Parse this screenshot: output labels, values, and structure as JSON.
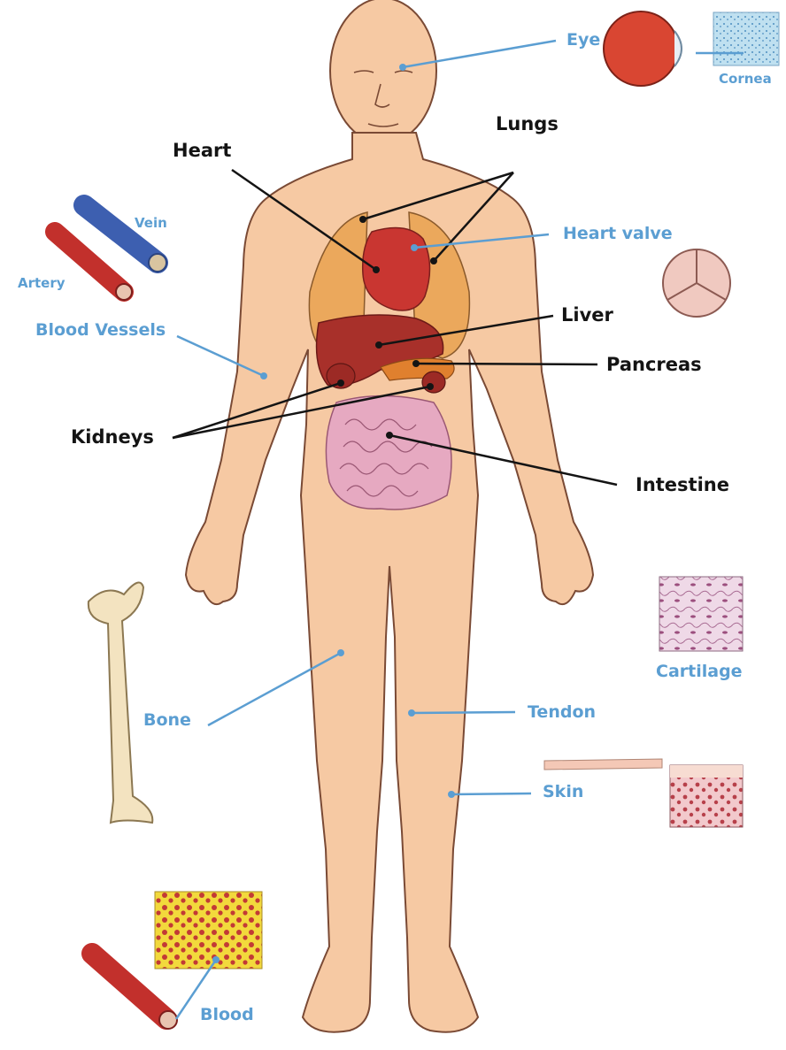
{
  "colors": {
    "skin": "#f6c9a3",
    "skin_outline": "#7a4a35",
    "organ_label": "#141414",
    "tissue_label": "#5b9ed2",
    "heart": "#c93631",
    "liver": "#a8302a",
    "intestine": "#e6a9c1",
    "lungs": "#eba85c",
    "vein": "#3d5fb0",
    "artery": "#c2302c"
  },
  "organ_labels": {
    "lungs": "Lungs",
    "heart": "Heart",
    "liver": "Liver",
    "pancreas": "Pancreas",
    "kidneys": "Kidneys",
    "intestine": "Intestine"
  },
  "tissue_labels": {
    "eye": "Eye",
    "cornea": "Cornea",
    "heart_valve": "Heart valve",
    "vein": "Vein",
    "artery": "Artery",
    "blood_vessels": "Blood Vessels",
    "cartilage": "Cartilage",
    "bone": "Bone",
    "skin": "Skin",
    "tendon": "Tendon",
    "blood": "Blood"
  }
}
